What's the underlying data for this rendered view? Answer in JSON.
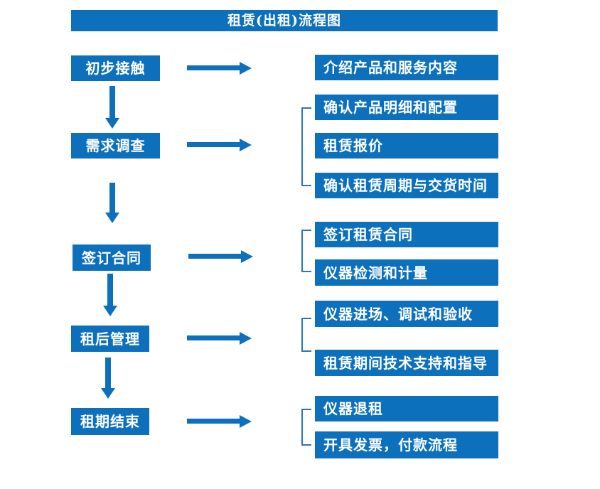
{
  "title": "租赁(出租)流程图",
  "colors": {
    "primary": "#0d70bd",
    "bracket": "#2e74b5",
    "text_on_primary": "#ffffff",
    "background": "#ffffff"
  },
  "flow": {
    "steps": [
      {
        "label": "初步接触",
        "outputs": [
          "介绍产品和服务内容"
        ]
      },
      {
        "label": "需求调查",
        "outputs": [
          "确认产品明细和配置",
          "租赁报价",
          "确认租赁周期与交货时间"
        ]
      },
      {
        "label": "签订合同",
        "outputs": [
          "签订租赁合同",
          "仪器检测和计量"
        ]
      },
      {
        "label": "租后管理",
        "outputs": [
          "仪器进场、调试和验收",
          "租赁期间技术支持和指导"
        ]
      },
      {
        "label": "租期结束",
        "outputs": [
          "仪器退租",
          "开具发票，付款流程"
        ]
      }
    ]
  }
}
